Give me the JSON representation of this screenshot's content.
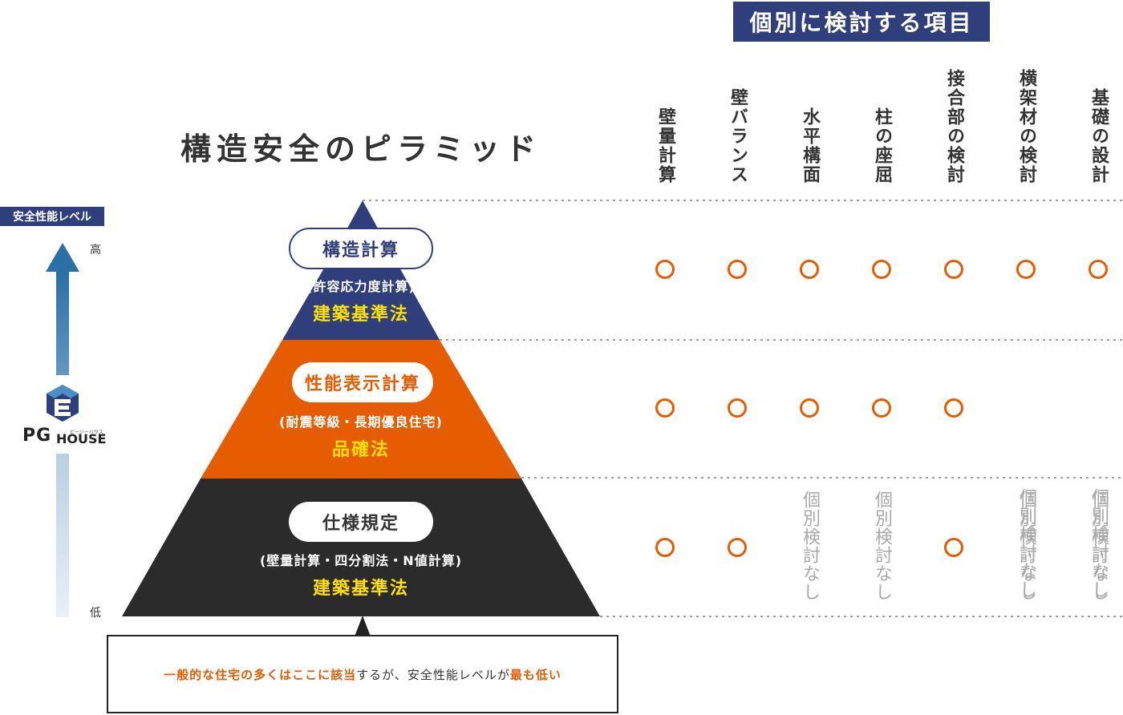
{
  "header": {
    "items_title": "個別に検討する項目"
  },
  "pyramid_title": "構造安全のピラミッド",
  "axis": {
    "label": "安全性能レベル",
    "high": "高",
    "low": "低"
  },
  "logo": {
    "pg": "PG",
    "house": "HOUSE",
    "kana": "ピージーハウス"
  },
  "columns": [
    "壁量計算",
    "壁バランス",
    "水平構面",
    "柱の座屈",
    "接合部の検討",
    "横架材の検討",
    "基礎の設計"
  ],
  "tiers": [
    {
      "name": "構造計算",
      "sub": "(許容応力度計算)",
      "law": "建築基準法",
      "color": "#2e3f7c",
      "marks": [
        "circle",
        "circle",
        "circle",
        "circle",
        "circle",
        "circle",
        "circle"
      ]
    },
    {
      "name": "性能表示計算",
      "sub": "(耐震等級・長期優良住宅)",
      "law": "品確法",
      "color": "#e65c00",
      "marks": [
        "circle",
        "circle",
        "circle",
        "circle",
        "circle",
        "none",
        "none"
      ]
    },
    {
      "name": "仕様規定",
      "sub": "(壁量計算・四分割法・N値計算)",
      "law": "建築基準法",
      "color": "#2b2b2b",
      "marks": [
        "circle",
        "circle",
        "none",
        "none",
        "circle",
        "none",
        "none"
      ]
    }
  ],
  "none_label": "個別検討なし",
  "note": {
    "part1": "一般的な住宅の多くはここに該当",
    "part2": "するが、安全性能レベルが",
    "part3": "最も低い"
  },
  "colors": {
    "navy": "#2e3f7c",
    "orange": "#e65c00",
    "dark": "#2b2b2b",
    "law_yellow": "#ffe100",
    "none_gray": "#a9a9a9"
  }
}
